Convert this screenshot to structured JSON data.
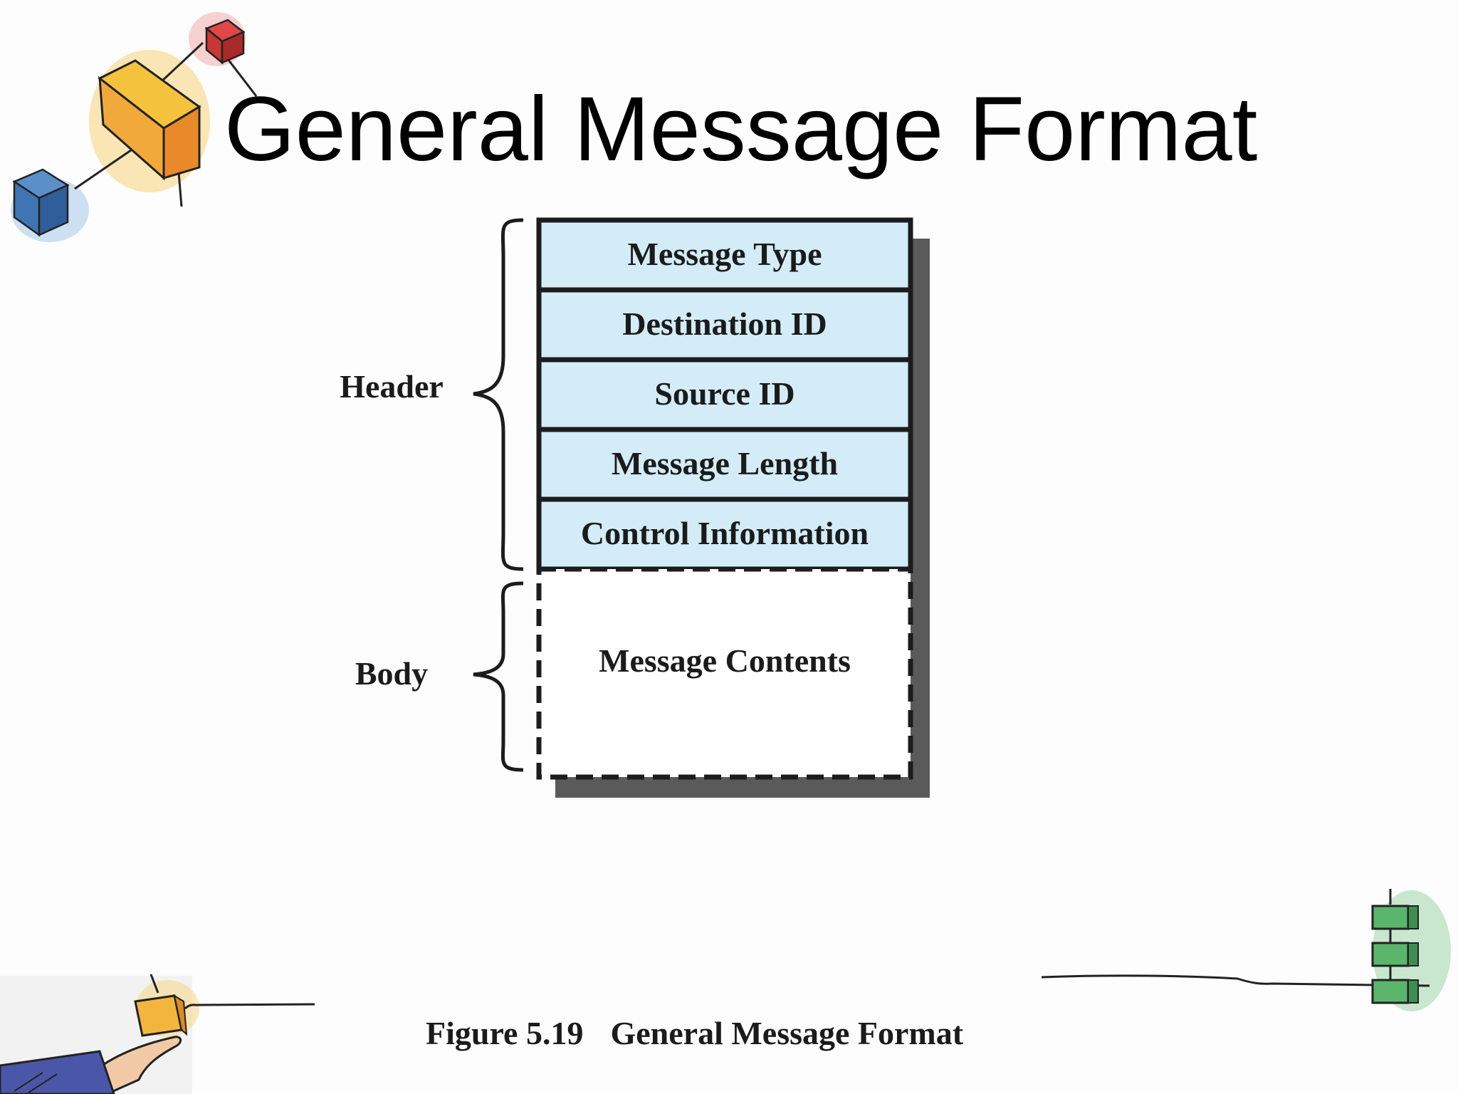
{
  "slide": {
    "title": "General Message Format"
  },
  "diagram": {
    "header_label": "Header",
    "body_label": "Body",
    "header_fields": [
      "Message Type",
      "Destination ID",
      "Source ID",
      "Message Length",
      "Control Information"
    ],
    "body_field": "Message Contents",
    "colors": {
      "header_fill": "#d3ecf8",
      "body_fill": "#ffffff",
      "border": "#1c1c1c",
      "shadow": "#5a5a5a"
    }
  },
  "caption": {
    "number": "Figure 5.19",
    "text": "General Message Format"
  },
  "decorations": {
    "top_left": "connected-cubes-illustration",
    "bottom_left": "hand-holding-box-illustration",
    "bottom_right": "stacked-modules-illustration"
  }
}
